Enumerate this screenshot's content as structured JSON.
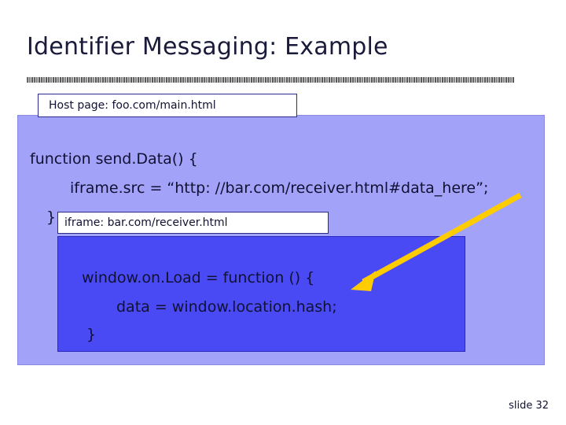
{
  "slide": {
    "title": "Identifier Messaging: Example",
    "slide_number": "slide 32",
    "host": {
      "label": "Host page: foo.com/main.html",
      "code_lines": [
        "function send.Data() {",
        "iframe.src = “http: //bar.com/receiver.html#data_here”;",
        "}"
      ]
    },
    "iframe": {
      "label": "iframe: bar.com/receiver.html",
      "code_lines": [
        "window.on.Load = function () {",
        "data = window.location.hash;",
        "}"
      ]
    },
    "colors": {
      "host_panel": "#a2a2f8",
      "iframe_panel": "#4a4af5",
      "arrow": "#ffcc00",
      "title_text": "#1a1a3a"
    }
  }
}
